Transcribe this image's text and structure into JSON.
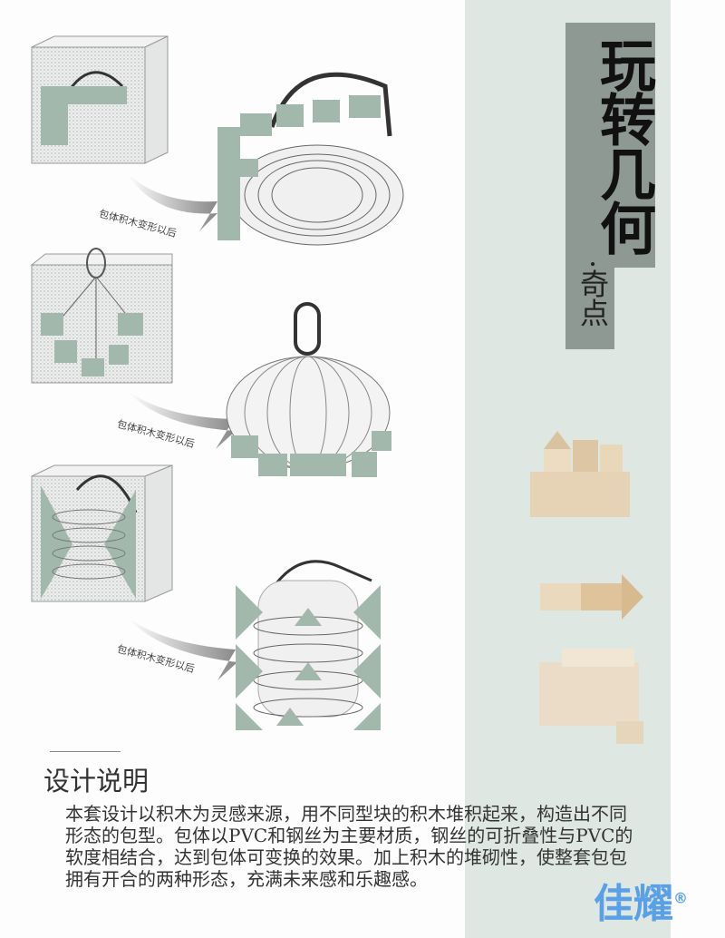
{
  "title": {
    "main": "玩转几何",
    "separator": "·",
    "sub": "奇点"
  },
  "captions": [
    "包体积木变形以后",
    "包体积木变形以后",
    "包体积木变形以后"
  ],
  "section": {
    "heading": "设计说明",
    "lines": [
      "本套设计以积木为灵感来源，用不同型块的积木堆积起来，构造出不同",
      "形态的包型。包体以PVC和钢丝为主要材质，钢丝的可折叠性与PVC的",
      "软度相结合，达到包体可变换的效果。加上积木的堆砌性，使整套包包",
      "拥有开合的两种形态，充满未来感和乐趣感。"
    ]
  },
  "logo": {
    "text": "佳耀",
    "mark": "®"
  },
  "colors": {
    "band": "#dfe7e2",
    "title_box": "#8f9994",
    "block_green": "#a3b8ac",
    "wood": "#e6d3b5",
    "logo": "#5aa0e6"
  }
}
